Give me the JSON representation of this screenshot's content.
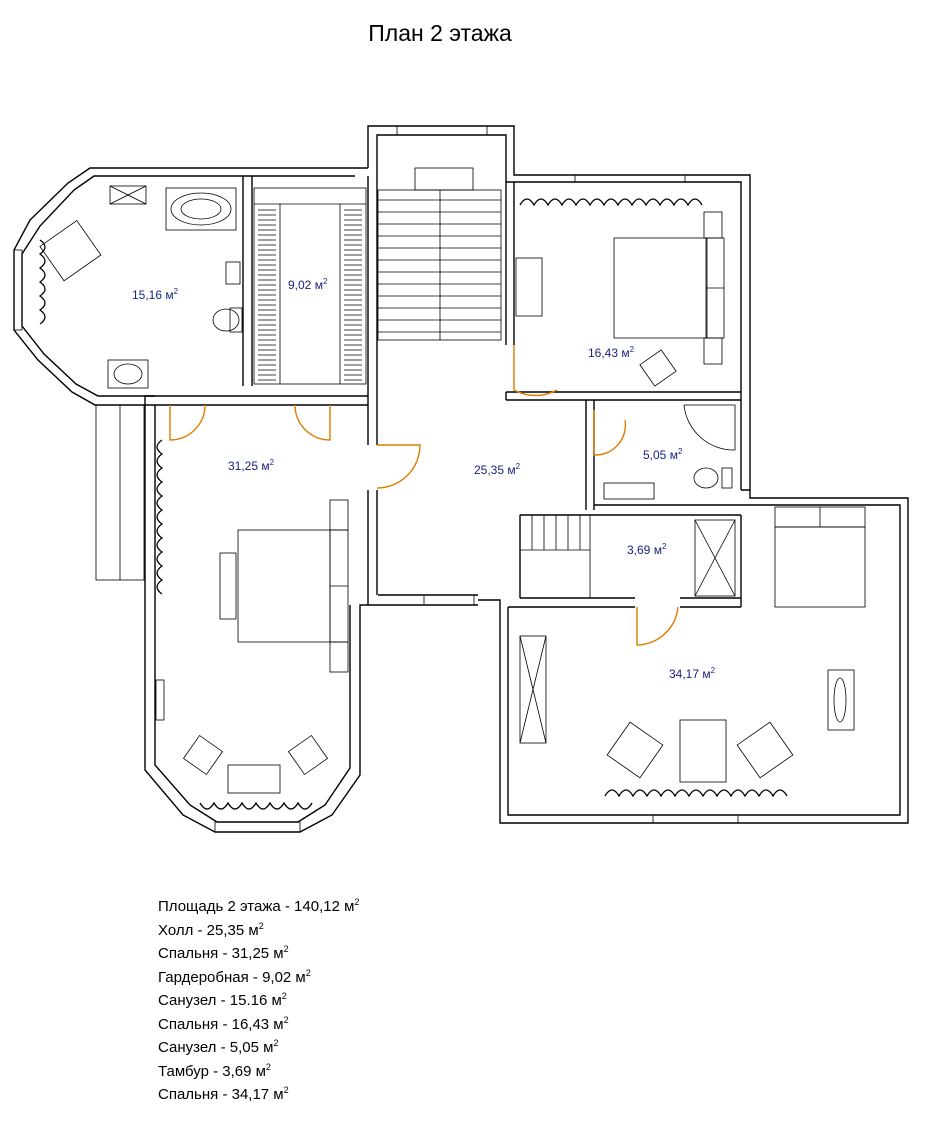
{
  "title": "План 2 этажа",
  "unit": "м",
  "unit_sup": "2",
  "rooms": [
    {
      "name": "bathroom-1",
      "area": "15,16"
    },
    {
      "name": "wardrobe",
      "area": "9,02"
    },
    {
      "name": "bedroom-2",
      "area": "16,43"
    },
    {
      "name": "bedroom-1",
      "area": "31,25"
    },
    {
      "name": "hall",
      "area": "25,35"
    },
    {
      "name": "bathroom-2",
      "area": "5,05"
    },
    {
      "name": "vestibule",
      "area": "3,69"
    },
    {
      "name": "bedroom-3",
      "area": "34,17"
    }
  ],
  "legend": [
    {
      "label": "Площадь 2 этажа - 140,12 м"
    },
    {
      "label": "Холл - 25,35 м"
    },
    {
      "label": "Спальня - 31,25 м"
    },
    {
      "label": "Гардеробная - 9,02 м"
    },
    {
      "label": "Санузел - 15.16 м"
    },
    {
      "label": "Спальня - 16,43 м"
    },
    {
      "label": "Санузел - 5,05 м"
    },
    {
      "label": "Тамбур - 3,69 м"
    },
    {
      "label": "Спальня - 34,17 м"
    }
  ],
  "colors": {
    "walls": "#000000",
    "doors": "#e07b00",
    "area_labels": "#1a237e"
  }
}
